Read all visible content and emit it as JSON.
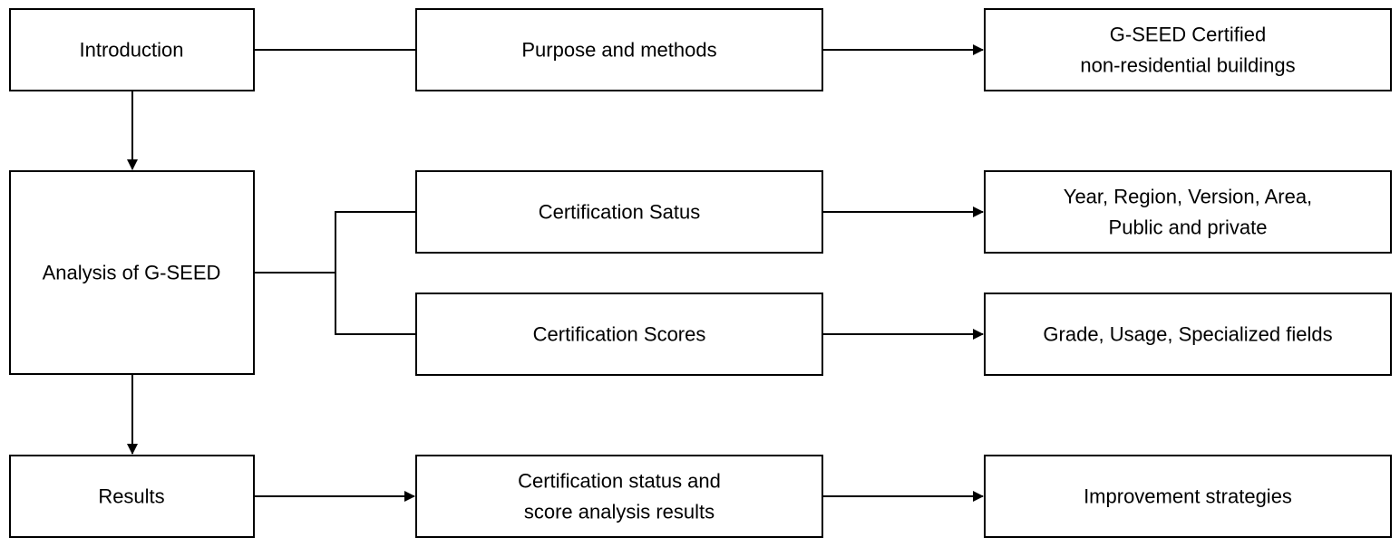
{
  "nodes": {
    "introduction": {
      "label": "Introduction"
    },
    "purpose_methods": {
      "label": "Purpose and methods"
    },
    "gseed_certified": {
      "lines": [
        "G-SEED Certified",
        "non-residential buildings"
      ]
    },
    "analysis_gseed": {
      "label": "Analysis of G-SEED"
    },
    "certification_status": {
      "label": "Certification Satus"
    },
    "year_region": {
      "lines": [
        "Year, Region, Version, Area,",
        "Public and private"
      ]
    },
    "certification_scores": {
      "label": "Certification Scores"
    },
    "grade_usage": {
      "label": "Grade, Usage, Specialized fields"
    },
    "results": {
      "label": "Results"
    },
    "status_score_results": {
      "lines": [
        "Certification status and",
        "score analysis results"
      ]
    },
    "improvement": {
      "label": "Improvement strategies"
    }
  },
  "colors": {
    "stroke": "#000000",
    "fill": "#ffffff",
    "text": "#000000"
  }
}
